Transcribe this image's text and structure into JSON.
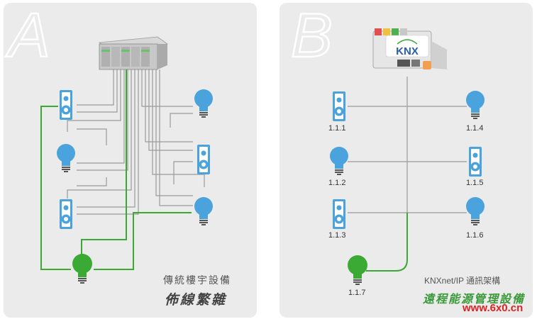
{
  "panel_a": {
    "letter": "A",
    "subtitle": "傳統樓宇設備",
    "title": "佈線繁雜"
  },
  "panel_b": {
    "letter": "B",
    "logo_text": "KNX",
    "subtitle": "KNXnet/IP 通訊架構",
    "title": "遠程能源管理設備"
  },
  "addresses": [
    "1.1.1",
    "1.1.2",
    "1.1.3",
    "1.1.4",
    "1.1.5",
    "1.1.6",
    "1.1.7"
  ],
  "watermark": "www.6x0.cn",
  "colors": {
    "device_blue": "#4aa3dc",
    "bulb_green": "#3aaa35",
    "wire_gray": "#9a9a9a",
    "panel_bg": "#ebebeb"
  }
}
